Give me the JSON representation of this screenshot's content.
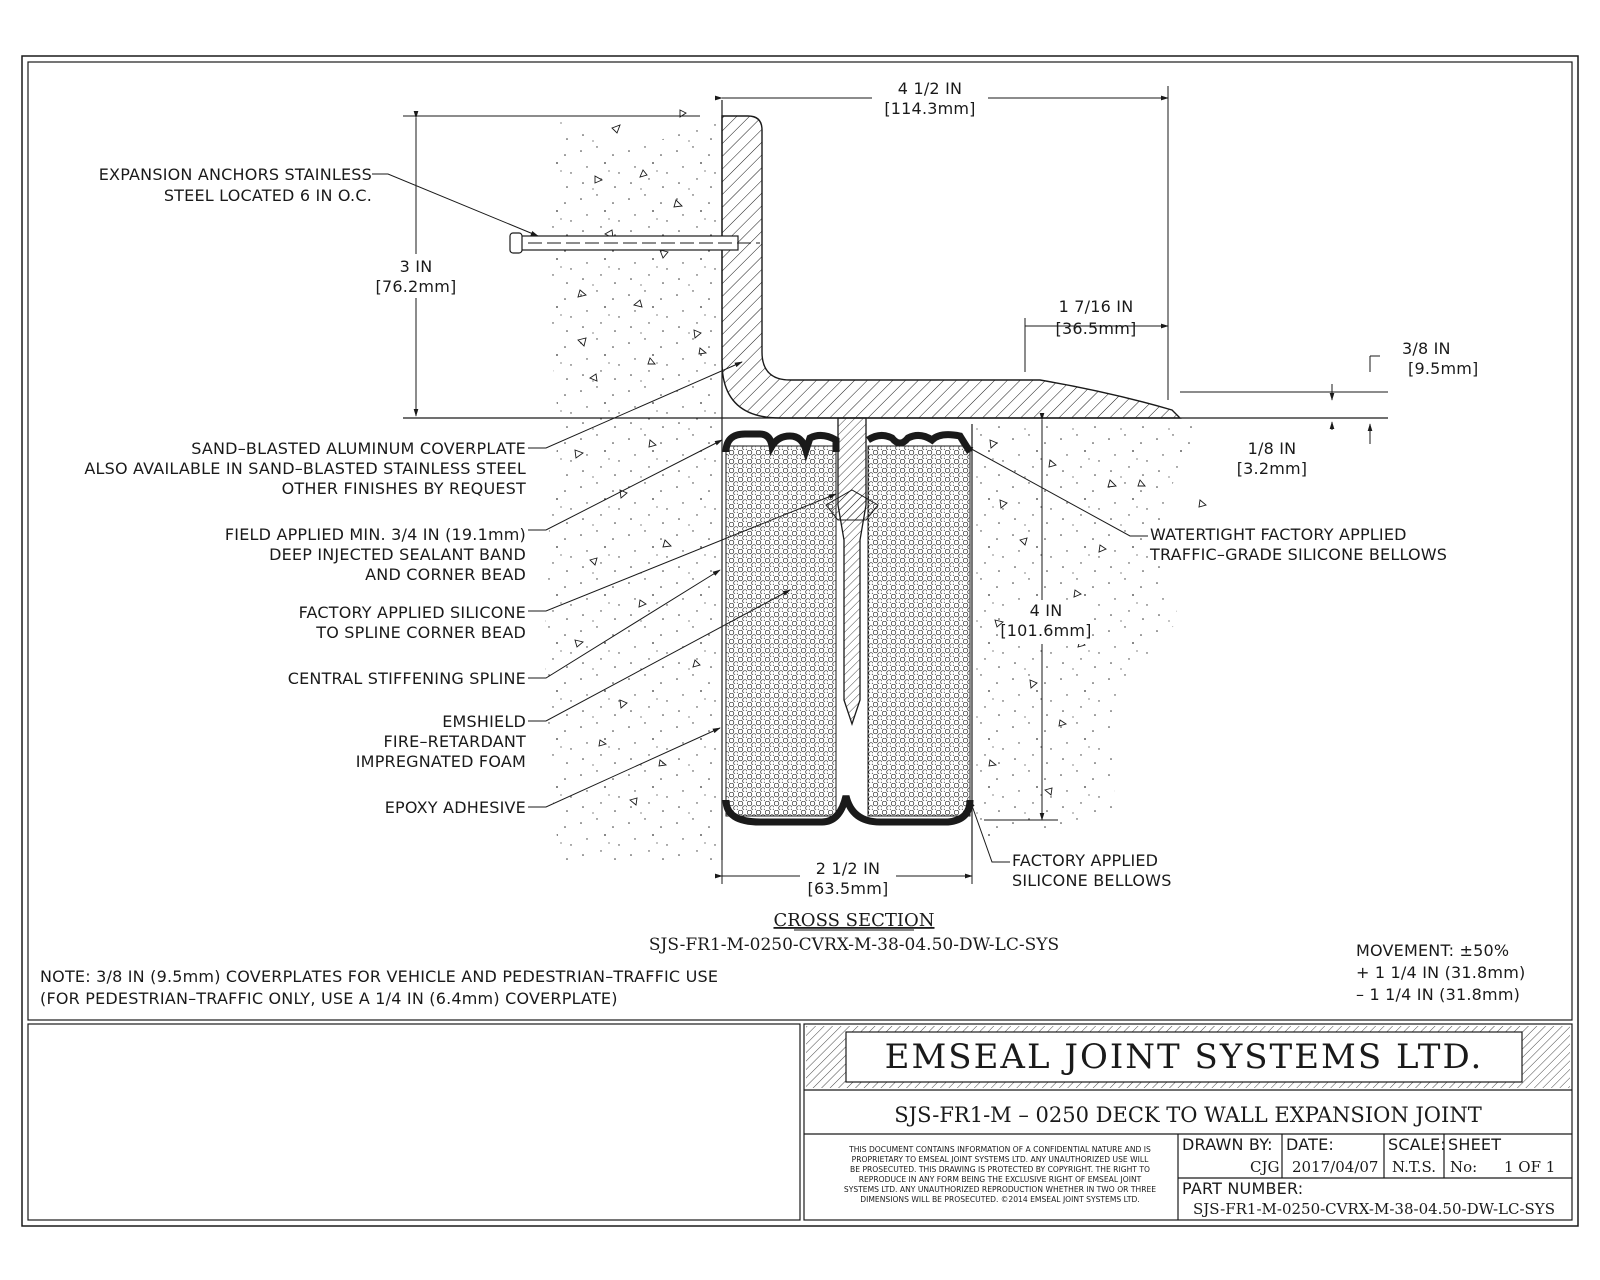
{
  "callouts": {
    "anchors": [
      "EXPANSION ANCHORS STAINLESS",
      "STEEL LOCATED 6 IN O.C."
    ],
    "coverplate": [
      "SAND–BLASTED ALUMINUM COVERPLATE",
      "ALSO AVAILABLE IN SAND–BLASTED STAINLESS STEEL",
      "OTHER FINISHES BY REQUEST"
    ],
    "sealant_band": [
      "FIELD APPLIED MIN. 3/4 IN (19.1mm)",
      "DEEP INJECTED SEALANT BAND",
      "AND CORNER BEAD"
    ],
    "spline_bead": [
      "FACTORY APPLIED SILICONE",
      "TO SPLINE CORNER BEAD"
    ],
    "spline": [
      "CENTRAL STIFFENING SPLINE"
    ],
    "foam": [
      "EMSHIELD",
      "FIRE–RETARDANT",
      "IMPREGNATED FOAM"
    ],
    "epoxy": [
      "EPOXY ADHESIVE"
    ],
    "watertight_bellows": [
      "WATERTIGHT FACTORY APPLIED",
      "TRAFFIC–GRADE SILICONE BELLOWS"
    ],
    "factory_bellows": [
      "FACTORY APPLIED",
      "SILICONE BELLOWS"
    ]
  },
  "dimensions": {
    "width_top": [
      "4 1/2 IN",
      "[114.3mm]"
    ],
    "height_left": [
      "3 IN",
      "[76.2mm]"
    ],
    "offset": [
      "1 7/16 IN",
      "[36.5mm]"
    ],
    "plate_thickness": [
      "3/8 IN",
      "[9.5mm]"
    ],
    "edge": [
      "1/8 IN",
      "[3.2mm]"
    ],
    "depth": [
      "4 IN",
      "[101.6mm]"
    ],
    "joint_width": [
      "2 1/2 IN",
      "[63.5mm]"
    ]
  },
  "section": {
    "title": "CROSS SECTION",
    "part": "SJS-FR1-M-0250-CVRX-M-38-04.50-DW-LC-SYS"
  },
  "note": [
    "NOTE:  3/8 IN (9.5mm) COVERPLATES FOR VEHICLE AND PEDESTRIAN–TRAFFIC USE",
    "(FOR PEDESTRIAN–TRAFFIC ONLY, USE A 1/4 IN (6.4mm) COVERPLATE)"
  ],
  "movement": [
    "MOVEMENT:  ±50%",
    "+ 1 1/4 IN (31.8mm)",
    "– 1 1/4 IN (31.8mm)"
  ],
  "title_block": {
    "company": "EMSEAL JOINT SYSTEMS LTD.",
    "drawing_title": "SJS-FR1-M  –  0250 DECK TO WALL EXPANSION JOINT",
    "disclaimer": [
      "THIS DOCUMENT CONTAINS INFORMATION OF A CONFIDENTIAL NATURE AND IS",
      "PROPRIETARY TO EMSEAL JOINT SYSTEMS LTD. ANY UNAUTHORIZED USE WILL",
      "BE PROSECUTED. THIS DRAWING IS PROTECTED BY COPYRIGHT. THE RIGHT TO",
      "REPRODUCE IN ANY FORM BEING THE EXCLUSIVE RIGHT OF EMSEAL JOINT",
      "SYSTEMS LTD. ANY UNAUTHORIZED REPRODUCTION WHETHER IN TWO OR THREE",
      "DIMENSIONS WILL BE PROSECUTED. ©2014 EMSEAL JOINT SYSTEMS LTD."
    ],
    "drawn_by_label": "DRAWN BY:",
    "drawn_by": "CJG",
    "date_label": "DATE:",
    "date": "2017/04/07",
    "scale_label": "SCALE:",
    "scale": "N.T.S.",
    "sheet_label": "SHEET",
    "sheet_no_label": "No:",
    "sheet_no": "1 OF 1",
    "part_number_label": "PART NUMBER:",
    "part_number": "SJS-FR1-M-0250-CVRX-M-38-04.50-DW-LC-SYS"
  }
}
